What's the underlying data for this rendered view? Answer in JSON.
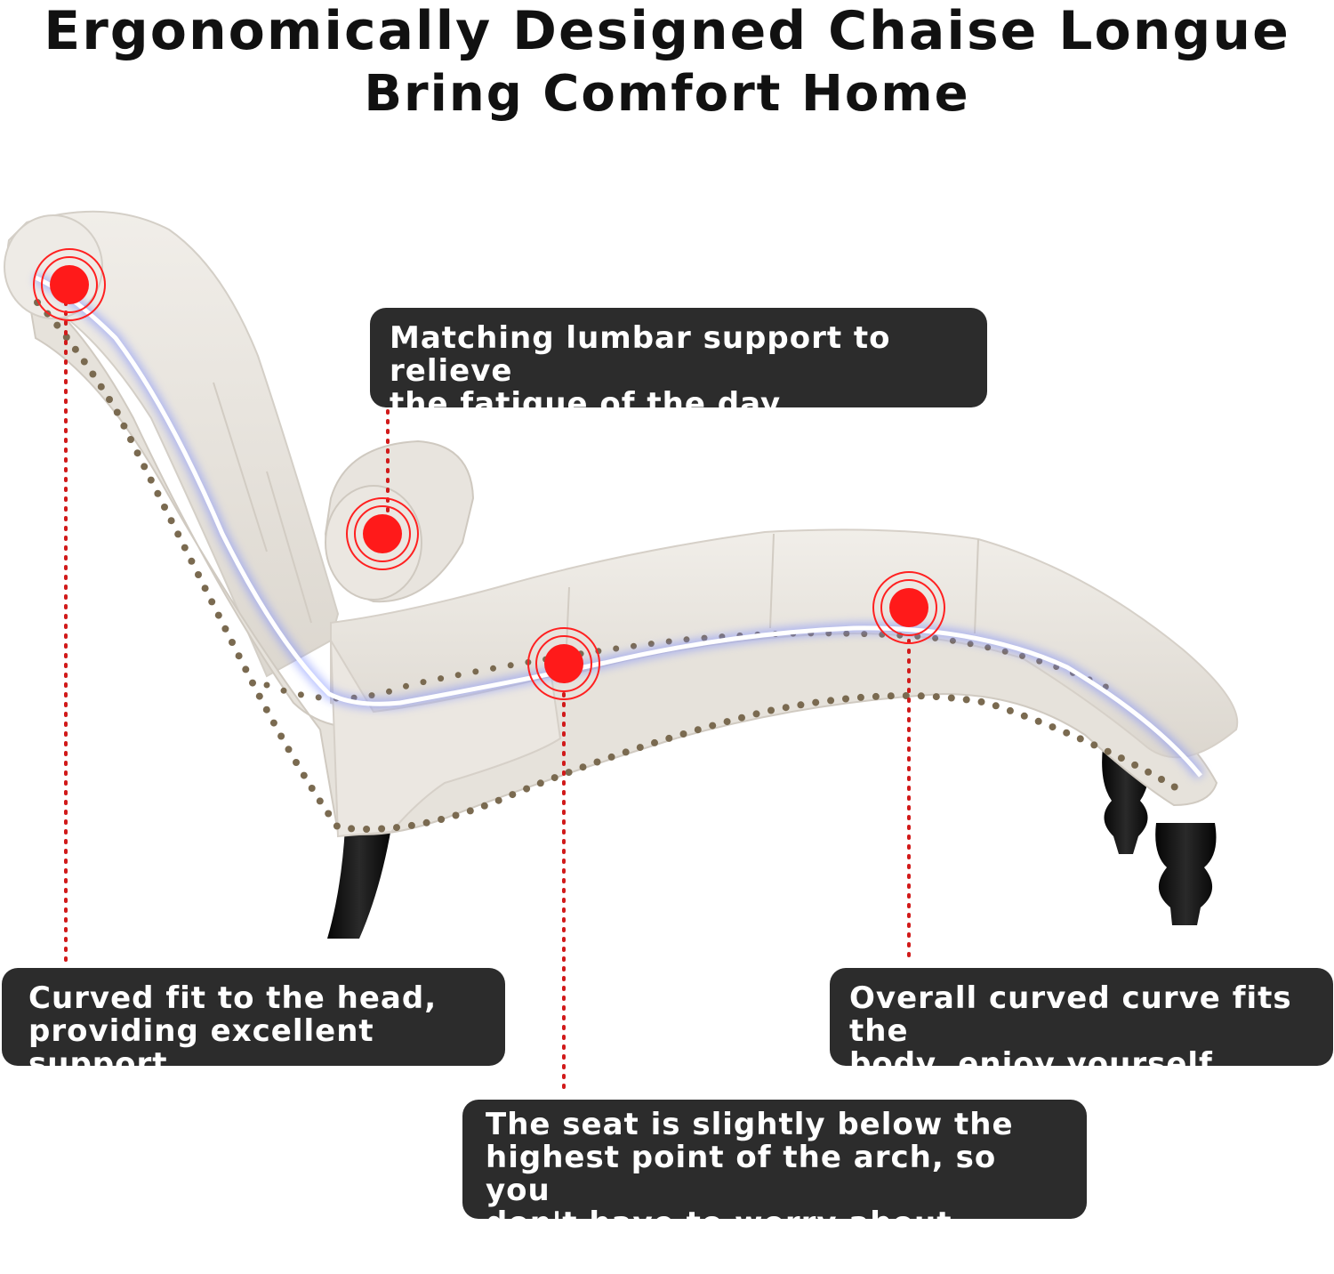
{
  "header": {
    "title": "Ergonomically Designed Chaise Longue",
    "subtitle": "Bring Comfort Home"
  },
  "callouts": {
    "lumbar": "Matching lumbar support to relieve\nthe fatigue of the day.",
    "head": "Curved fit to the head,\nproviding excellent support.",
    "curve": "Overall curved curve fits the\nbody, enjoy yourself.",
    "seat": "The seat is slightly below the\n highest point of the arch, so you\n don't have to worry about slipping."
  },
  "colors": {
    "callout_bg": "#2c2c2c",
    "marker_red": "#ff2020",
    "guide_line": "#d11a1a",
    "upholstery": "#ece8e2",
    "legs": "#161616",
    "nailhead": "#7a6a50",
    "highlight_curve": "#ffffff"
  },
  "markers": [
    "head-marker",
    "lumbar-marker",
    "seat-marker",
    "arch-marker"
  ]
}
